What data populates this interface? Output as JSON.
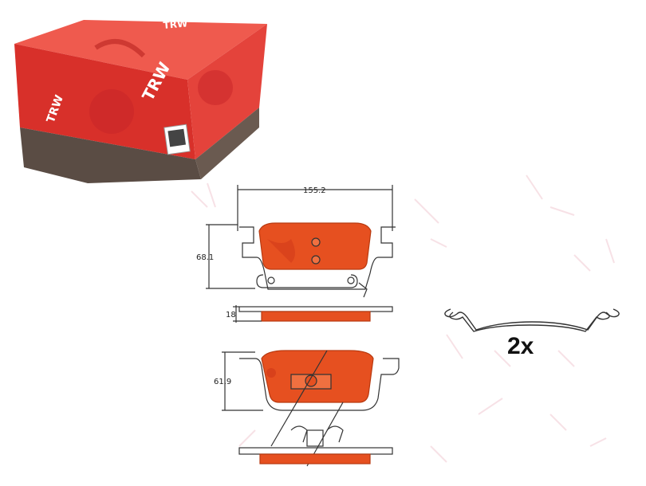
{
  "product": {
    "brand_text": "TRW",
    "colors": {
      "box_red": "#e3352f",
      "box_dark": "#5a4c44",
      "pad_orange": "#e65020",
      "line": "#333333"
    }
  },
  "drawing": {
    "width_label": "155.2",
    "height_top_label": "68.1",
    "thickness_label": "18",
    "height_bottom_label": "61.9"
  },
  "clip": {
    "quantity_label": "2x"
  }
}
